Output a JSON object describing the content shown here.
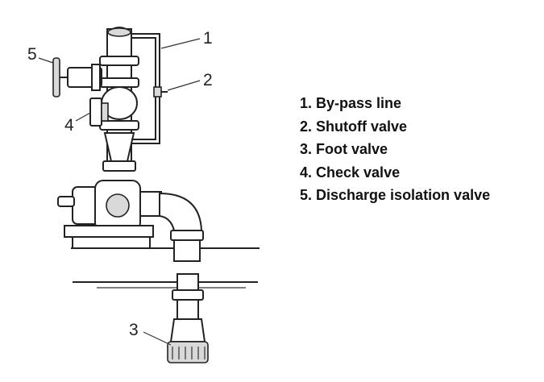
{
  "callouts": {
    "c1": "1",
    "c2": "2",
    "c3": "3",
    "c4": "4",
    "c5": "5"
  },
  "legend": [
    "1. By-pass line",
    "2. Shutoff valve",
    "3. Foot valve",
    "4. Check valve",
    "5. Discharge isolation valve"
  ]
}
